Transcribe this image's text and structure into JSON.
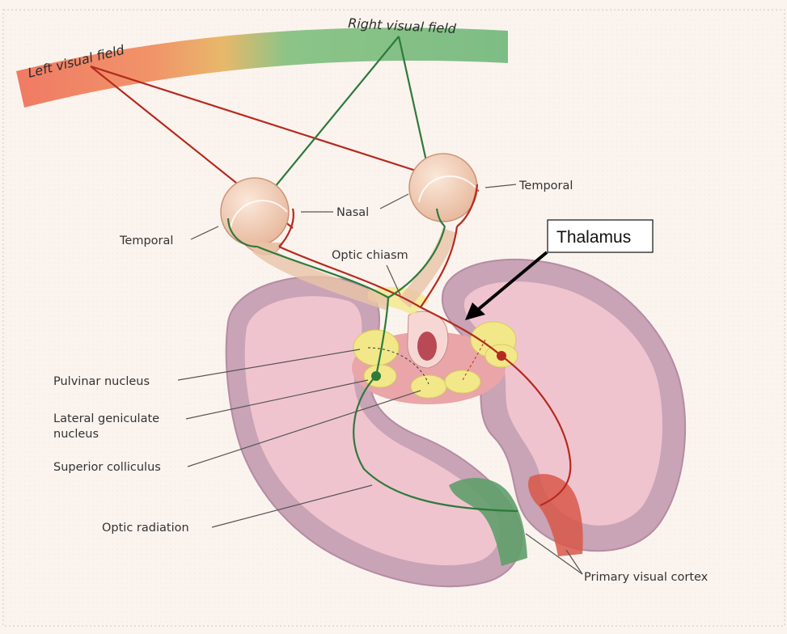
{
  "fields": {
    "left": "Left visual field",
    "right": "Right visual field"
  },
  "labels": {
    "temporal_right": "Temporal",
    "temporal_left": "Temporal",
    "nasal": "Nasal",
    "optic_chiasm": "Optic chiasm",
    "thalamus": "Thalamus",
    "pulvinar": "Pulvinar nucleus",
    "lgn_line1": "Lateral geniculate",
    "lgn_line2": "nucleus",
    "superior_colliculus": "Superior colliculus",
    "optic_radiation": "Optic radiation",
    "primary_visual_cortex": "Primary visual cortex"
  },
  "colors": {
    "left_field": "#f07a64",
    "right_field": "#7fbf86",
    "left_pathway": "#b52a1e",
    "right_pathway": "#2e7a3b",
    "brain": "#c9a3b6",
    "cortex_inner": "#f0c4cf"
  }
}
